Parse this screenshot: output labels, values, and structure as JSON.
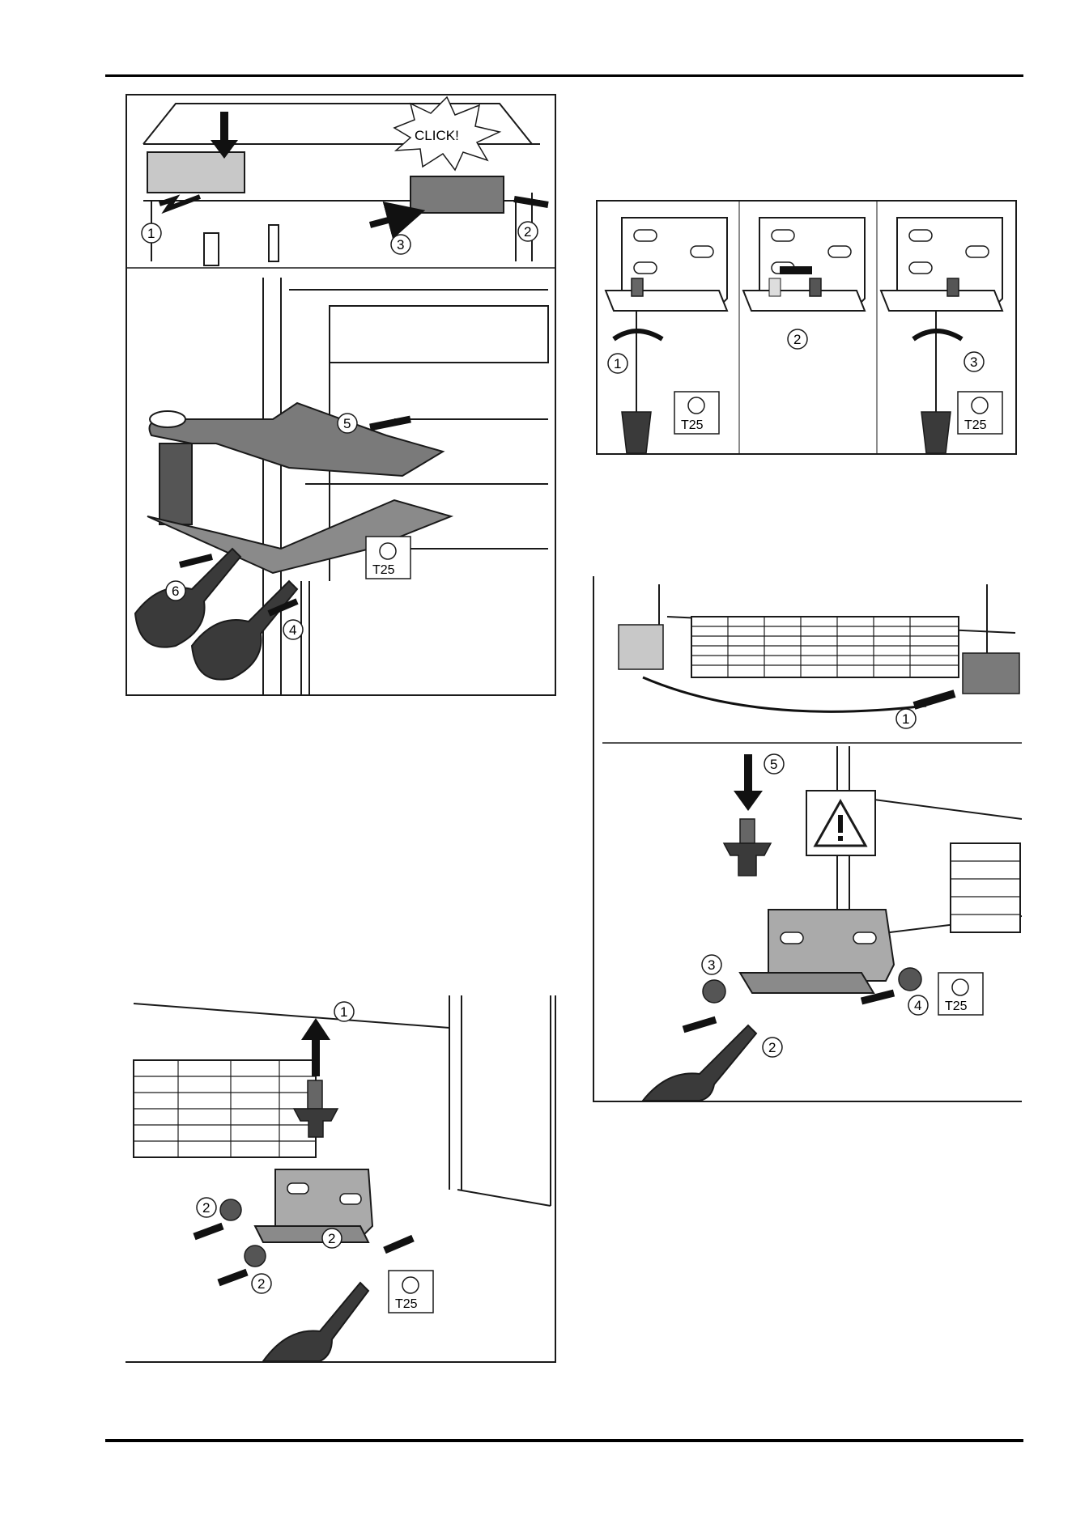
{
  "figures": {
    "fig_a": {
      "click_text": "CLICK!",
      "steps": [
        "1",
        "2",
        "3",
        "4",
        "5",
        "6"
      ],
      "tool": "T25"
    },
    "fig_b": {
      "steps": [
        "1",
        "2",
        "3"
      ],
      "tool_1": "T25",
      "tool_3": "T25"
    },
    "fig_c": {
      "steps": [
        "1",
        "2",
        "3",
        "4",
        "5"
      ],
      "tool": "T25"
    },
    "fig_d": {
      "steps": [
        "1",
        "2",
        "2",
        "2",
        "2"
      ],
      "tool": "T25"
    }
  },
  "colors": {
    "line": "#1a1a1a",
    "light_grey": "#c8c8c8",
    "mid_grey": "#8a8a8a",
    "dark_grey": "#4a4a4a"
  }
}
